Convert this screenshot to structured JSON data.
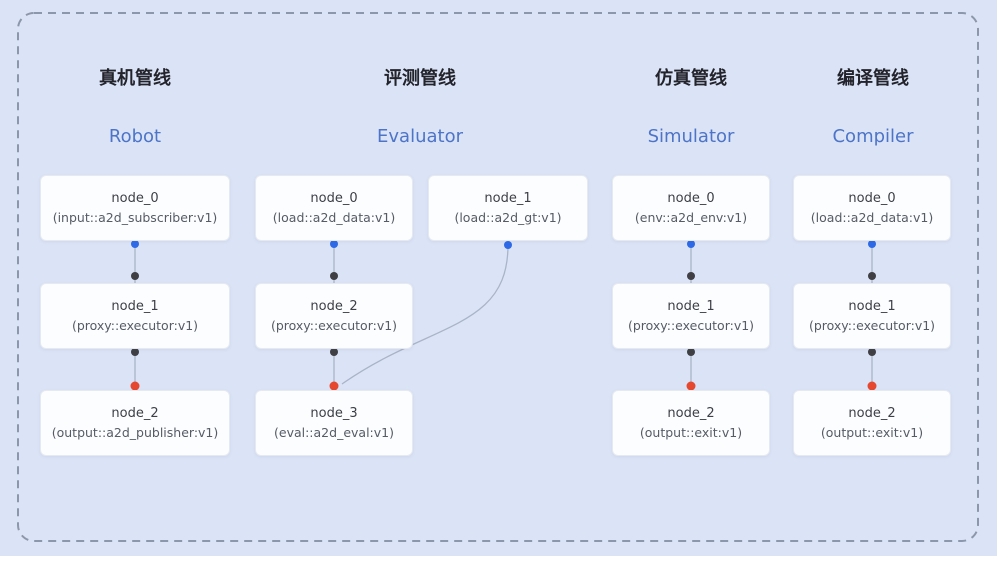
{
  "colors": {
    "background": "#dbe4f6",
    "frame_border": "#8d97ab",
    "card_bg": "#fcfdfe",
    "card_border": "#e6e9f0",
    "node_name": "#3c3f47",
    "node_type": "#565b66",
    "title_zh": "#23232b",
    "title_en": "#4d74c8",
    "line": "#aab4c8",
    "dot_blue": "#2e6ae8",
    "dot_dark": "#3f3f44",
    "dot_red": "#e5472f"
  },
  "pipelines": [
    {
      "title_zh": "真机管线",
      "title_en": "Robot",
      "nodes": [
        {
          "name": "node_0",
          "type": "(input::a2d_subscriber:v1)"
        },
        {
          "name": "node_1",
          "type": "(proxy::executor:v1)"
        },
        {
          "name": "node_2",
          "type": "(output::a2d_publisher:v1)"
        }
      ]
    },
    {
      "title_zh": "评测管线",
      "title_en": "Evaluator",
      "nodes": [
        {
          "name": "node_0",
          "type": "(load::a2d_data:v1)"
        },
        {
          "name": "node_1",
          "type": "(load::a2d_gt:v1)"
        },
        {
          "name": "node_2",
          "type": "(proxy::executor:v1)"
        },
        {
          "name": "node_3",
          "type": "(eval::a2d_eval:v1)"
        }
      ]
    },
    {
      "title_zh": "仿真管线",
      "title_en": "Simulator",
      "nodes": [
        {
          "name": "node_0",
          "type": "(env::a2d_env:v1)"
        },
        {
          "name": "node_1",
          "type": "(proxy::executor:v1)"
        },
        {
          "name": "node_2",
          "type": "(output::exit:v1)"
        }
      ]
    },
    {
      "title_zh": "编译管线",
      "title_en": "Compiler",
      "nodes": [
        {
          "name": "node_0",
          "type": "(load::a2d_data:v1)"
        },
        {
          "name": "node_1",
          "type": "(proxy::executor:v1)"
        },
        {
          "name": "node_2",
          "type": "(output::exit:v1)"
        }
      ]
    }
  ]
}
